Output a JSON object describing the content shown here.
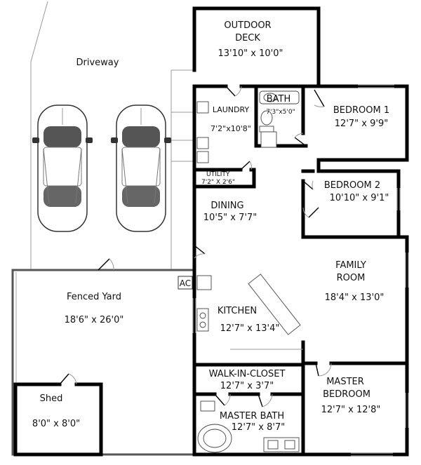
{
  "rooms": {
    "deck": {
      "name_line1": "OUTDOOR",
      "name_line2": "DECK",
      "dims": "13'10\" x 10'0\""
    },
    "driveway": {
      "name": "Driveway"
    },
    "laundry": {
      "name": "LAUNDRY",
      "dims": "7'2\"x10'8\""
    },
    "bath": {
      "name": "BATH",
      "dims": "7'3\"x5'0\""
    },
    "bedroom1": {
      "name": "BEDROOM 1",
      "dims": "12'7\" x 9'9\""
    },
    "bedroom2": {
      "name": "BEDROOM 2",
      "dims": "10'10\" x 9'1\""
    },
    "utility": {
      "name": "UTILITY",
      "dims": "7'2\" X 2'6\""
    },
    "dining": {
      "name": "DINING",
      "dims": "10'5\" x 7'7\""
    },
    "family": {
      "name_line1": "FAMILY",
      "name_line2": "ROOM",
      "dims": "18'4\" x 13'0\""
    },
    "yard": {
      "name": "Fenced Yard",
      "dims": "18'6\" x 26'0\""
    },
    "ac": {
      "name": "AC"
    },
    "kitchen": {
      "name": "KITCHEN",
      "dims": "12'7\" x 13'4\""
    },
    "closet": {
      "name": "WALK-IN-CLOSET",
      "dims": "12'7\" x 3'7\""
    },
    "master_bedroom": {
      "name_line1": "MASTER",
      "name_line2": "BEDROOM",
      "dims": "12'7\" x 12'8\""
    },
    "master_bath": {
      "name": "MASTER BATH",
      "dims": "12'7\" x 8'7\""
    },
    "shed": {
      "name": "Shed",
      "dims": "8'0\" x 8'0\""
    }
  },
  "icons": [
    "car-icon",
    "door-swing-icon",
    "toilet-icon",
    "sink-icon",
    "bathtub-icon",
    "washer-icon",
    "stove-icon"
  ]
}
